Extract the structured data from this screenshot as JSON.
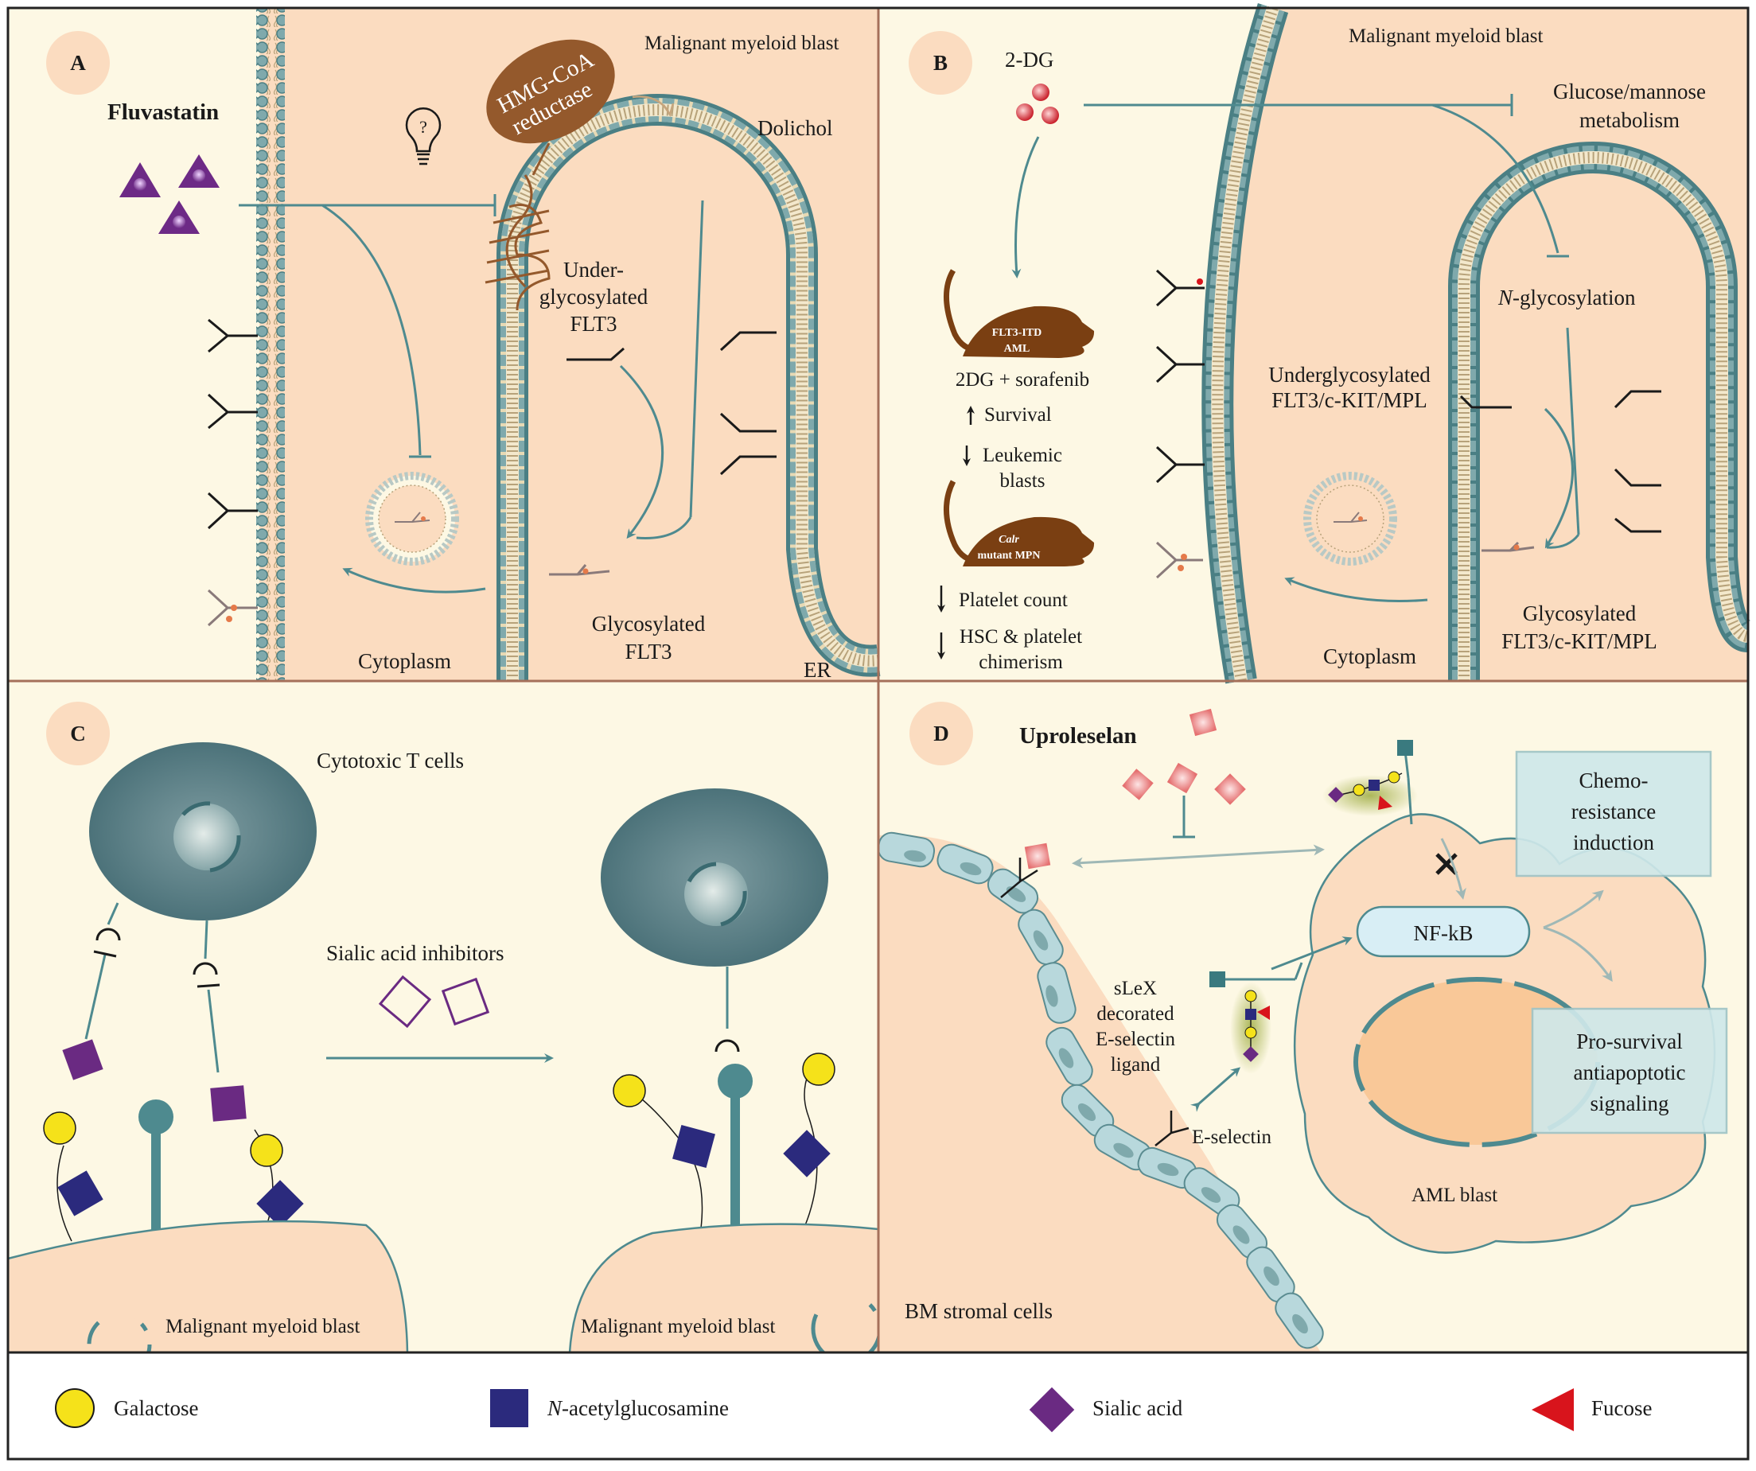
{
  "panels": {
    "a": {
      "badge": "A",
      "drug": "Fluvastatin",
      "cell_label": "Malignant myeloid blast",
      "enzyme_line1": "HMG-CoA",
      "enzyme_line2": "reductase",
      "dolichol": "Dolichol",
      "underglyco_line1": "Under-",
      "underglyco_line2": "glycosylated",
      "underglyco_line3": "FLT3",
      "glyco_line1": "Glycosylated",
      "glyco_line2": "FLT3",
      "cytoplasm": "Cytoplasm",
      "er": "ER"
    },
    "b": {
      "badge": "B",
      "drug": "2-DG",
      "cell_label": "Malignant myeloid blast",
      "metab_line1": "Glucose/mannose",
      "metab_line2": "metabolism",
      "nglyco_prefix": "N",
      "nglyco_rest": "-glycosylation",
      "mouse1_line1": "FLT3-ITD",
      "mouse1_line2": "AML",
      "combo": "2DG + sorafenib",
      "survival": "Survival",
      "leuk_line1": "Leukemic",
      "leuk_line2": "blasts",
      "mouse2_line1": "Calr",
      "mouse2_line2": "mutant MPN",
      "platelet": "Platelet count",
      "hsc_line1": "HSC & platelet",
      "hsc_line2": "chimerism",
      "underglyco_line1": "Underglycosylated",
      "underglyco_line2": "FLT3/c-KIT/MPL",
      "glyco_line1": "Glycosylated",
      "glyco_line2": "FLT3/c-KIT/MPL",
      "cytoplasm": "Cytoplasm"
    },
    "c": {
      "badge": "C",
      "tcells": "Cytotoxic T cells",
      "inhibitors": "Sialic acid inhibitors",
      "blast_left": "Malignant myeloid blast",
      "blast_right": "Malignant myeloid blast"
    },
    "d": {
      "badge": "D",
      "drug": "Uproleselan",
      "chemo_line1": "Chemo-",
      "chemo_line2": "resistance",
      "chemo_line3": "induction",
      "nfkb": "NF-kB",
      "prosurv_line1": "Pro-survival",
      "prosurv_line2": "antiapoptotic",
      "prosurv_line3": "signaling",
      "slex_line1": "sLeX",
      "slex_line2": "decorated",
      "slex_line3": "E-selectin",
      "slex_line4": "ligand",
      "eselectin": "E-selectin",
      "aml_blast": "AML blast",
      "stromal": "BM stromal cells"
    }
  },
  "legend": {
    "galactose": "Galactose",
    "glcnac_prefix": "N",
    "glcnac_rest": "-acetylglucosamine",
    "sialic": "Sialic acid",
    "fucose": "Fucose"
  },
  "colors": {
    "panel_bg": "#fdf8e4",
    "cell_peach": "#fbdcc0",
    "membrane_teal": "#6f9ea2",
    "arrow_teal": "#4e8a8f",
    "galactose": "#f5e21a",
    "glcnac": "#2b2a7d",
    "sialic": "#6a2a82",
    "fucose": "#d8141c",
    "enzyme_brown": "#94592c",
    "badge": "#fbdcc0"
  }
}
